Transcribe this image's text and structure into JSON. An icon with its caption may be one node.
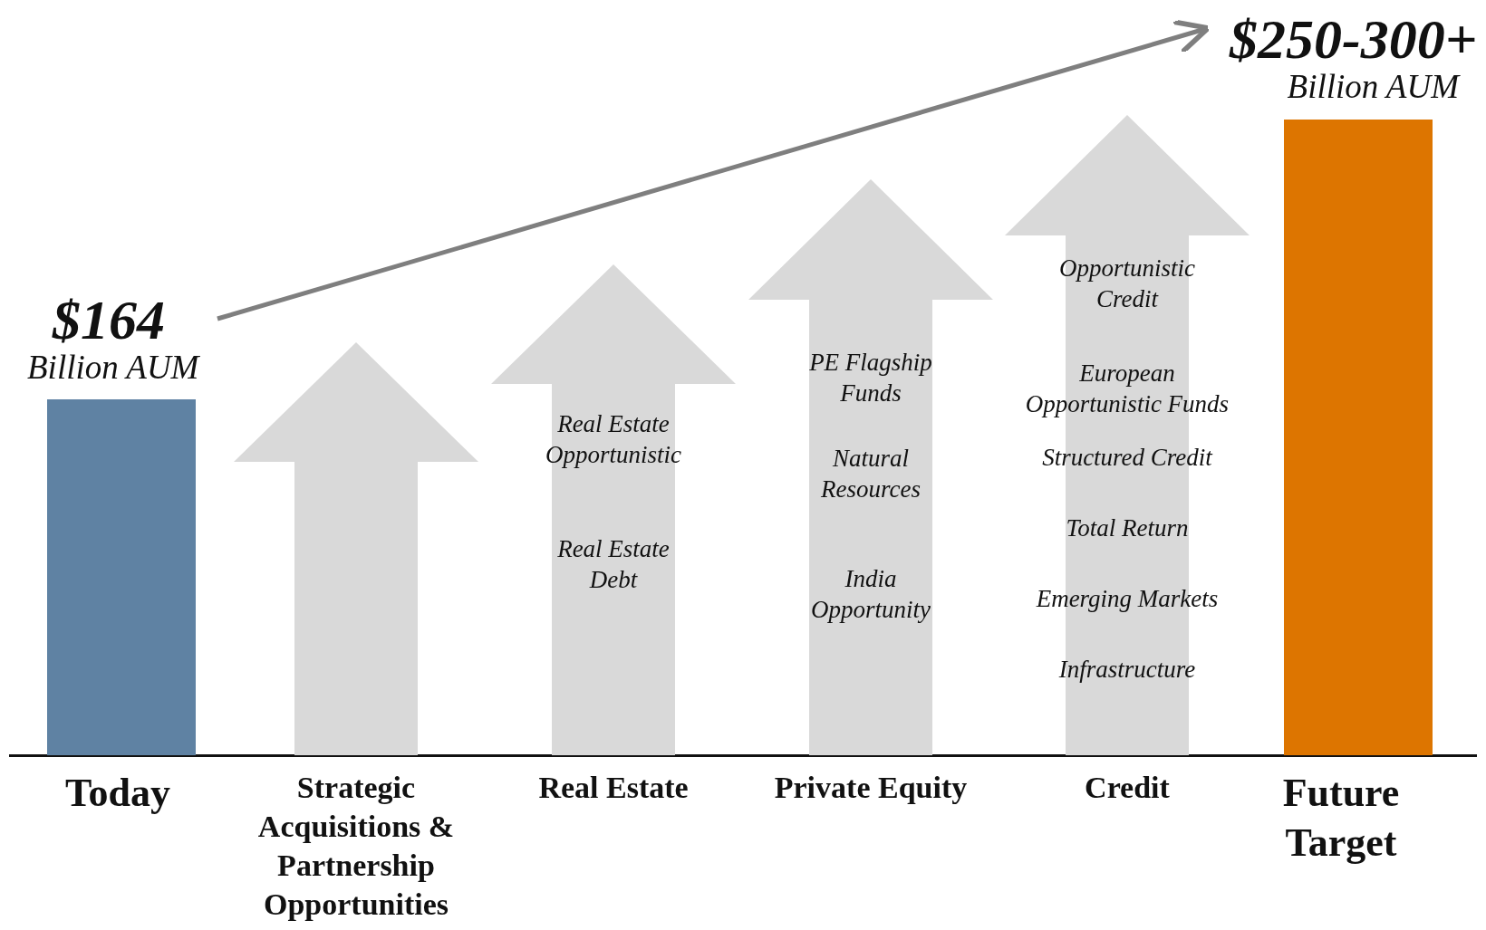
{
  "diagram": {
    "nodes": [
      {
        "text": [
          "Today"
        ],
        "beside": [
          "$164",
          "Billion AUM"
        ]
      },
      {
        "text": [
          "Strategic Acquisitions & Partnership Opportunities"
        ]
      },
      {
        "text": [
          "Real Estate Opportunistic",
          "Real Estate Debt",
          "Real Estate"
        ]
      },
      {
        "text": [
          "PE Flagship Funds",
          "Natural Resources",
          "India Opportunity",
          "Private Equity"
        ]
      },
      {
        "text": [
          "Opportunistic Credit",
          "European Opportunistic Funds",
          "Structured Credit",
          "Total Return",
          "Emerging Markets",
          "Infrastructure",
          "Credit"
        ]
      },
      {
        "text": [
          "Future Target"
        ],
        "beside": [
          "$250-300+",
          "Billion AUM"
        ]
      }
    ],
    "edges": [
      {
        "from": 0,
        "to": 5,
        "arrow": "to"
      }
    ]
  }
}
